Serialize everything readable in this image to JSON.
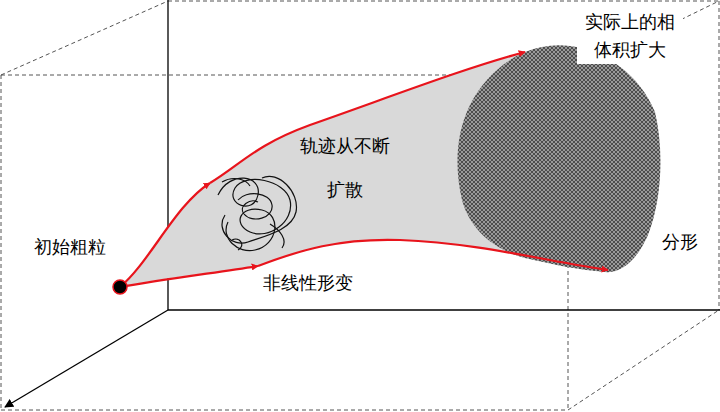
{
  "diagram": {
    "labels": [
      "初始粗粒",
      "轨迹从不断 扩散",
      "非线性形变",
      "实际上的相 体积扩大",
      "分形"
    ]
  }
}
